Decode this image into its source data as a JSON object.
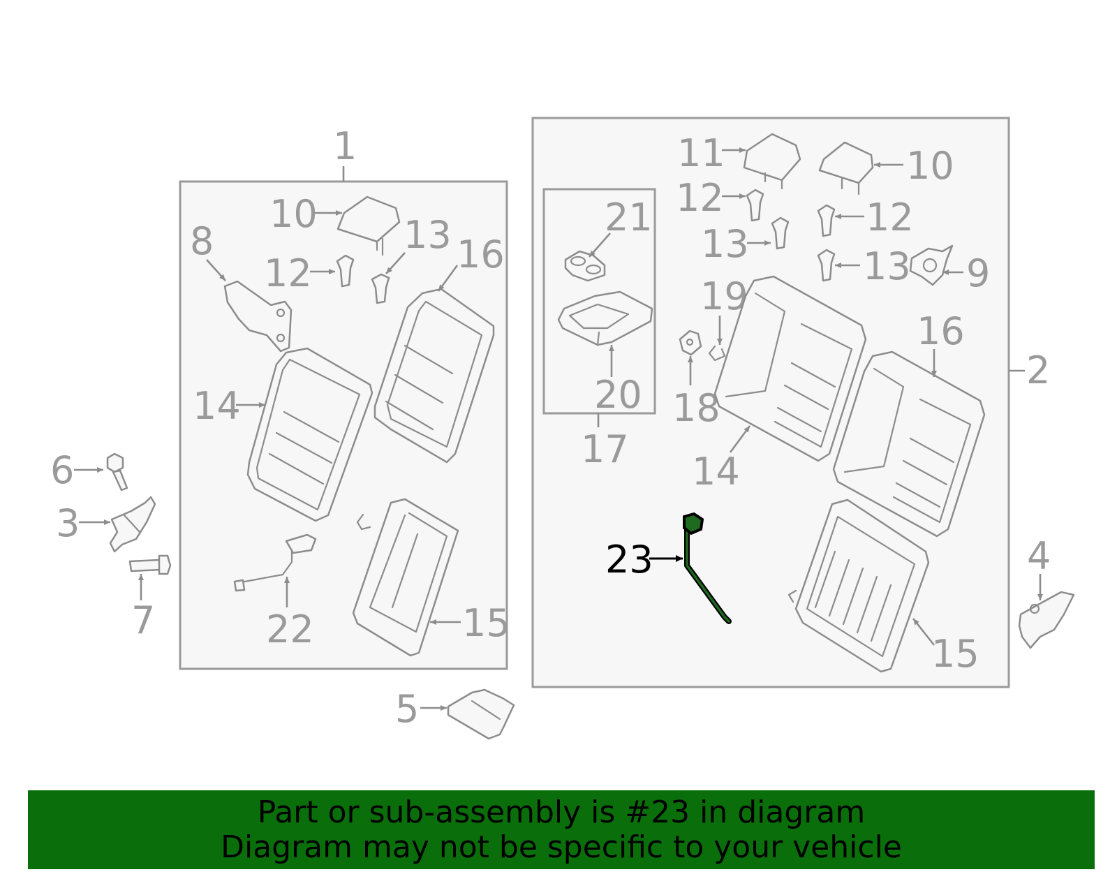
{
  "labels": {
    "l1": "1",
    "l2": "2",
    "l3": "3",
    "l4": "4",
    "l5": "5",
    "l6": "6",
    "l7": "7",
    "l8": "8",
    "l9": "9",
    "l10a": "10",
    "l10b": "10",
    "l11": "11",
    "l12a": "12",
    "l12b": "12",
    "l12c": "12",
    "l13a": "13",
    "l13b": "13",
    "l13c": "13",
    "l14a": "14",
    "l14b": "14",
    "l15a": "15",
    "l15b": "15",
    "l16a": "16",
    "l16b": "16",
    "l17": "17",
    "l18": "18",
    "l19": "19",
    "l20": "20",
    "l21": "21",
    "l22": "22",
    "l23": "23"
  },
  "highlighted_part": "23",
  "colors": {
    "banner": "#0a6e0a",
    "highlight_part": "#1e6a1e",
    "parts": "#8c8c8c"
  },
  "banner": {
    "line1": "Part or sub-assembly is #23 in diagram",
    "line2": "Diagram may not be specific to your vehicle"
  }
}
